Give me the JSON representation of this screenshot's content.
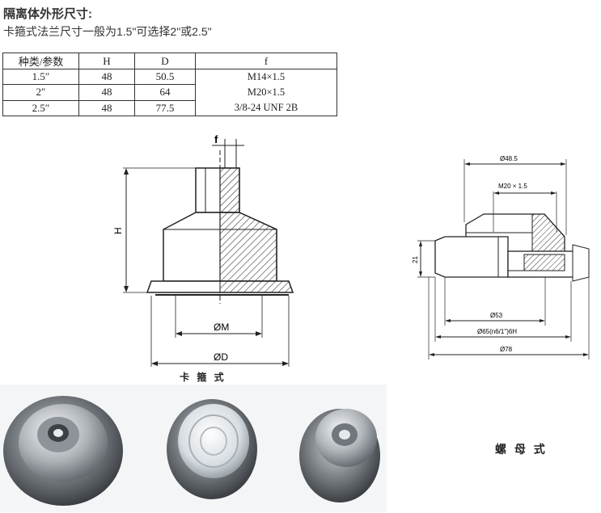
{
  "header": {
    "title": "隔离体外形尺寸:",
    "subtitle": "卡箍式法兰尺寸一般为1.5\"可选择2\"或2.5\""
  },
  "spec_table": {
    "headers": [
      "种类/参数",
      "H",
      "D",
      "f"
    ],
    "rows": [
      [
        "1.5″",
        "48",
        "50.5"
      ],
      [
        "2″",
        "48",
        "64"
      ],
      [
        "2.5″",
        "48",
        "77.5"
      ]
    ],
    "f_values": [
      "M14×1.5",
      "M20×1.5",
      "3/8-24 UNF 2B"
    ]
  },
  "clamp_drawing": {
    "labels": {
      "f": "f",
      "h": "H",
      "m": "ØM",
      "d": "ØD"
    },
    "caption": "卡 箍 式"
  },
  "nut_drawing": {
    "labels": {
      "d485": "Ø48.5",
      "m20": "M20 × 1.5",
      "h21": "21",
      "d53": "Ø53",
      "d65": "Ø65(n6/1\")6H",
      "d78": "Ø78"
    },
    "caption": "螺 母 式"
  },
  "colors": {
    "hatch": "#333333",
    "photo_metal": "#b8bcc0",
    "photo_bg": "#f4f5f6"
  }
}
